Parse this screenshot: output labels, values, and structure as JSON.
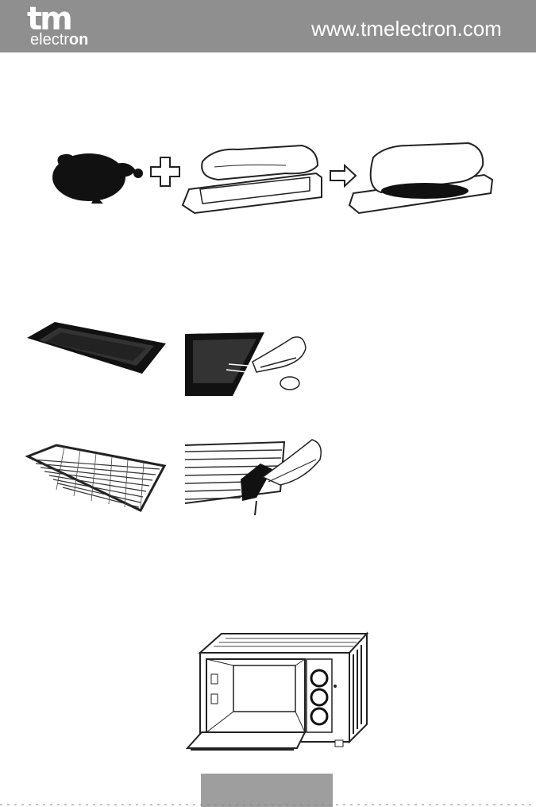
{
  "header": {
    "logo_top": "tm",
    "logo_bottom_prefix": "electr",
    "logo_bottom_suffix": "on",
    "website": "www.tmelectron.com"
  },
  "figures": {
    "roasting_sequence": "chicken plus wrapped tray yields wrapped chicken",
    "baking_tray": "baking tray",
    "tray_handle": "tray handle",
    "wire_rack": "wire rack",
    "rack_handle": "rack handle",
    "oven": "toaster oven with open door"
  },
  "colors": {
    "header_bg": "#8f8f8f",
    "footer_box": "#9e9e9e"
  }
}
